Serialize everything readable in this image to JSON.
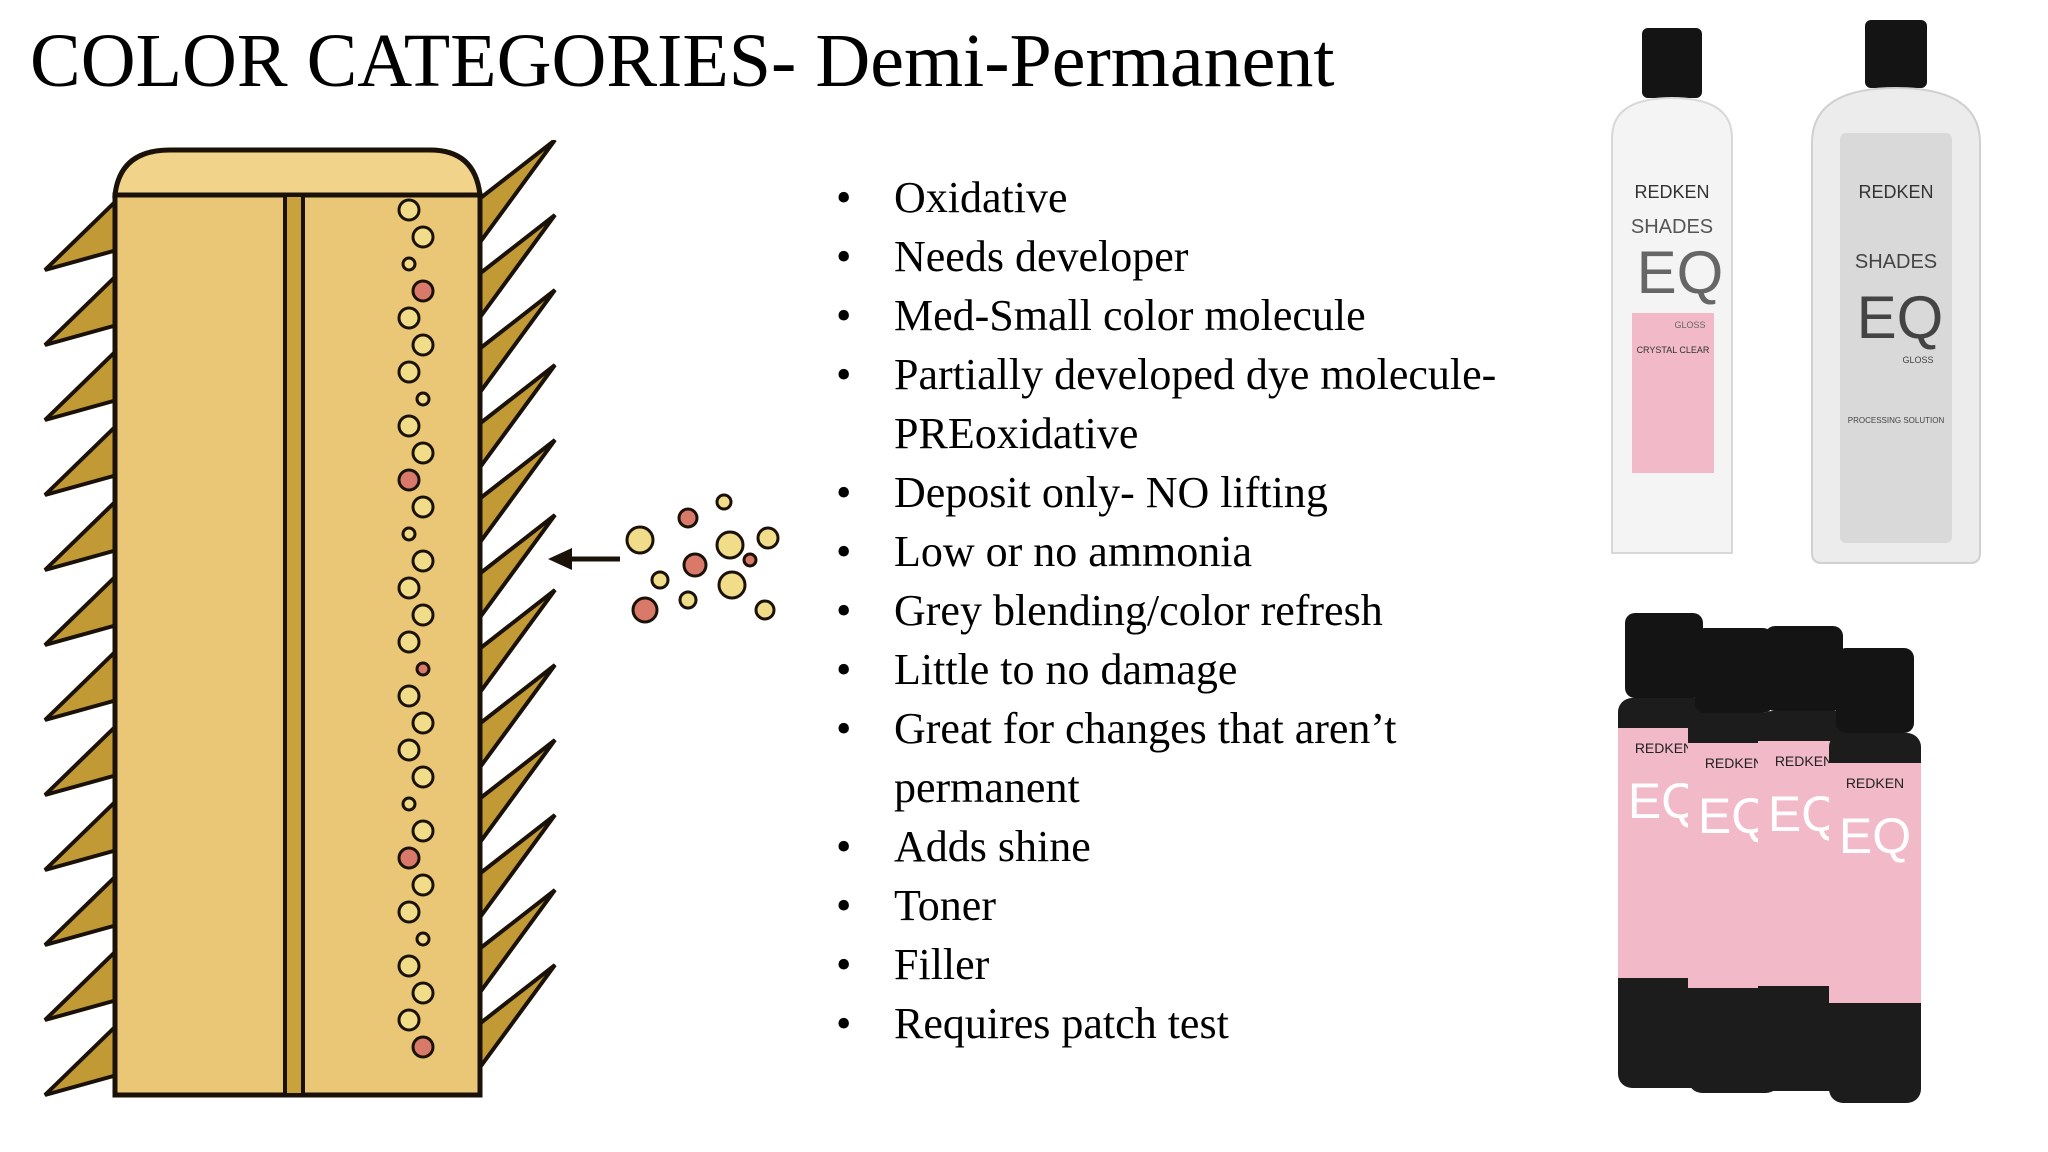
{
  "slide": {
    "title": "COLOR CATEGORIES- Demi-Permanent",
    "bullet_icon": "•",
    "bullets": [
      "Oxidative",
      "Needs developer",
      "Med-Small color molecule",
      "Partially developed dye molecule- PREoxidative",
      "Deposit only- NO lifting",
      "Low or no ammonia",
      "Grey blending/color refresh",
      "Little to no damage",
      "Great for changes that aren’t permanent",
      "Adds shine",
      "Toner",
      "Filler",
      "Requires patch test"
    ]
  },
  "illustration": {
    "icon": "hair-strand-cross-section",
    "colors": {
      "cortex": "#e9c777",
      "cuticle": "#c29a35",
      "outline": "#1a1208",
      "molecule_yellow": "#f1dc8a",
      "molecule_red": "#d8796a"
    }
  },
  "products": {
    "brand": "REDKEN",
    "line": "SHADES",
    "eq": "EQ",
    "gloss": "GLOSS",
    "bottle1_label": "CRYSTAL CLEAR",
    "bottle2_label": "PROCESSING SOLUTION",
    "colors": {
      "pink": "#f2b9c8",
      "cap": "#141414",
      "bottle": "#f4f4f4"
    }
  }
}
